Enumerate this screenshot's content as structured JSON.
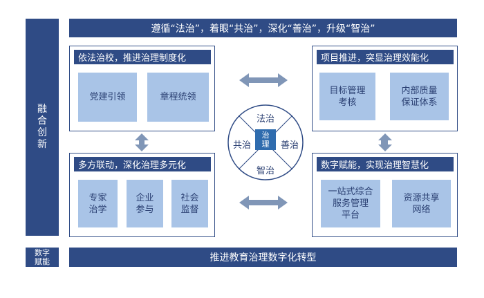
{
  "side_bar": {
    "chars": [
      "融",
      "合",
      "创",
      "新"
    ]
  },
  "top_banner": {
    "text": "遵循“法治”，着眼“共治”，深化“善治”，升级“智治”"
  },
  "bottom_tag": {
    "lines": [
      "数字",
      "赋能"
    ]
  },
  "bottom_banner": {
    "text": "推进教育治理数字化转型"
  },
  "panels": {
    "law": {
      "title": "依法治校，推进治理制度化",
      "tiles": [
        {
          "lines": [
            "党建引领"
          ]
        },
        {
          "lines": [
            "章程统领"
          ]
        }
      ]
    },
    "project": {
      "title": "项目推进，突显治理效能化",
      "tiles": [
        {
          "lines": [
            "目标管理",
            "考核"
          ]
        },
        {
          "lines": [
            "内部质量",
            "保证体系"
          ]
        }
      ]
    },
    "multi": {
      "title": "多方联动，深化治理多元化",
      "tiles": [
        {
          "lines": [
            "专家",
            "治学"
          ]
        },
        {
          "lines": [
            "企业",
            "参与"
          ]
        },
        {
          "lines": [
            "社会",
            "监督"
          ]
        }
      ]
    },
    "digital": {
      "title": "数字赋能，实现治理智慧化",
      "tiles": [
        {
          "lines": [
            "一站式综合",
            "服务管理",
            "平台"
          ]
        },
        {
          "lines": [
            "资源共享",
            "网络"
          ]
        }
      ]
    }
  },
  "center": {
    "top": "法治",
    "left": "共治",
    "right": "善治",
    "bottom": "智治",
    "core": [
      "治",
      "理"
    ]
  },
  "colors": {
    "primary": "#2f4b85",
    "tile": "#a9c4e7",
    "arrow": "#8096b7",
    "core": "#2f6cae"
  }
}
